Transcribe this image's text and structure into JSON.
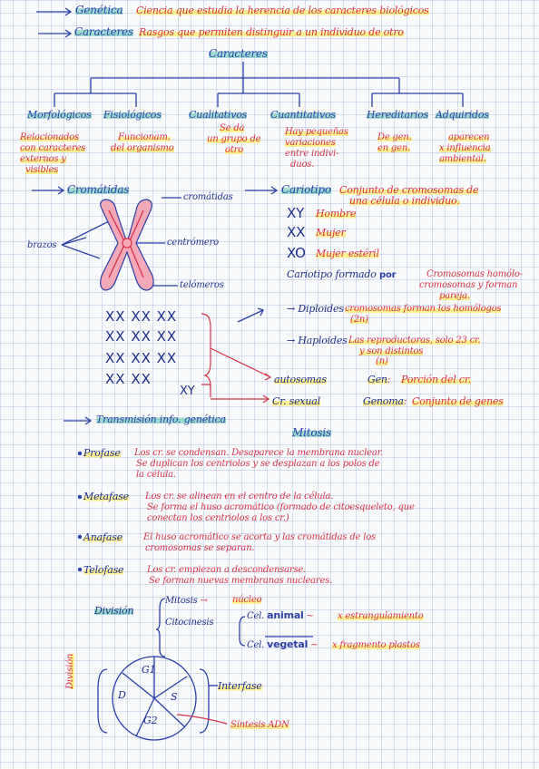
{
  "intro": {
    "genetica_term": "Genética",
    "genetica_def": "Ciencia que estudia la herencia de los caracteres biológicos",
    "caracteres_term": "Caracteres",
    "caracteres_def": "Rasgos que permiten distinguir a un individuo de otro"
  },
  "tree": {
    "root": "Caracteres",
    "branches": [
      {
        "label": "Morfológicos",
        "desc": [
          "Relacionados",
          "con caracteres",
          "externos y",
          "visibles"
        ]
      },
      {
        "label": "Fisiológicos",
        "desc": [
          "Funcionam.",
          "del organismo"
        ]
      },
      {
        "label": "Cualitativos",
        "desc": [
          "Se da",
          "un grupo de",
          "otro"
        ]
      },
      {
        "label": "Cuantitativos",
        "desc": [
          "Hay pequeñas",
          "variaciones",
          "entre indivi-",
          "duos."
        ]
      },
      {
        "label": "Hereditarios",
        "desc": [
          "De gen.",
          "en gen."
        ]
      },
      {
        "label": "Adquiridos",
        "desc": [
          "aparecen",
          "x influencia",
          "ambiental."
        ]
      }
    ]
  },
  "chromosome": {
    "title": "Cromátidas",
    "labels": {
      "cromatidas": "cromátidas",
      "brazos": "brazos",
      "centromero": "centrómero",
      "telomeros": "telómeros"
    }
  },
  "cariotipo": {
    "term": "Cariotipo",
    "def": [
      "Conjunto de cromosomas de",
      "una célula o individuo."
    ],
    "sexes": [
      {
        "code": "XY",
        "label": "Hombre"
      },
      {
        "code": "XX",
        "label": "Mujer"
      },
      {
        "code": "XO",
        "label": "Mujer estéril"
      }
    ],
    "formed_label": "Cariotipo formado",
    "formed_por": "por",
    "formed_desc": [
      "Cromosomas homólo-",
      "cromosomas y forman",
      "pareja."
    ],
    "diploides_label": "Diploides",
    "diploides_desc": [
      "cromosomas forman los homólogos",
      "(2n)"
    ],
    "haploides_label": "Haploides",
    "haploides_desc": [
      "Las reproductoras, solo 23 cr.",
      "y son distintos",
      "(n)"
    ]
  },
  "karyotype_rows": [
    "XX XX XX",
    "XX XX XX",
    "XX XX XX",
    "XX XX",
    "XY"
  ],
  "karyotype_labels": {
    "autosomas": "autosomas",
    "cr_sexual": "Cr. sexual",
    "gen": "Gen",
    "gen_def": "Porción del cr.",
    "genoma": "Genoma",
    "genoma_def": "Conjunto de genes"
  },
  "transmision": {
    "title": "Transmisión info. genética"
  },
  "mitosis": {
    "title": "Mitosis",
    "phases": [
      {
        "name": "Profase",
        "text": [
          "Los cr. se condensan. Desaparece la membrana nuclear.",
          "Se duplican los centriolos y se desplazan a los polos de",
          "la célula."
        ]
      },
      {
        "name": "Metafase",
        "text": [
          "Los cr. se alinean en el centro de la célula.",
          "Se forma el huso acromático (formado de citoesqueleto, que",
          "conectan los centriolos a los cr.)"
        ]
      },
      {
        "name": "Anafase",
        "text": [
          "El huso acromático se acorta y las cromátidas de los",
          "cromosomas se separan."
        ]
      },
      {
        "name": "Telofase",
        "text": [
          "Los cr. empiezan a descondensarse.",
          "Se forman nuevas membranas nucleares."
        ]
      }
    ]
  },
  "division": {
    "title": "División",
    "mitosis_label": "Mitosis",
    "mitosis_result": "núcleo",
    "citocinesis_label": "Citocinesis",
    "animal_prefix": "Cel.",
    "animal_word": "animal",
    "animal_result": "x estrangulamiento",
    "vegetal_prefix": "Cel.",
    "vegetal_word": "vegetal",
    "vegetal_result": "x fragmento plastos"
  },
  "cycle": {
    "side_label": "División",
    "segments": [
      "G1",
      "S",
      "G2",
      "D"
    ],
    "interfase": "Interfase",
    "sintesis": "Síntesis ADN"
  },
  "colors": {
    "accent_teal": "#56c4b0",
    "ink_blue": "#2b3fa8",
    "ink_red": "#d6334a",
    "highlight_yellow": "#ffec6e"
  }
}
